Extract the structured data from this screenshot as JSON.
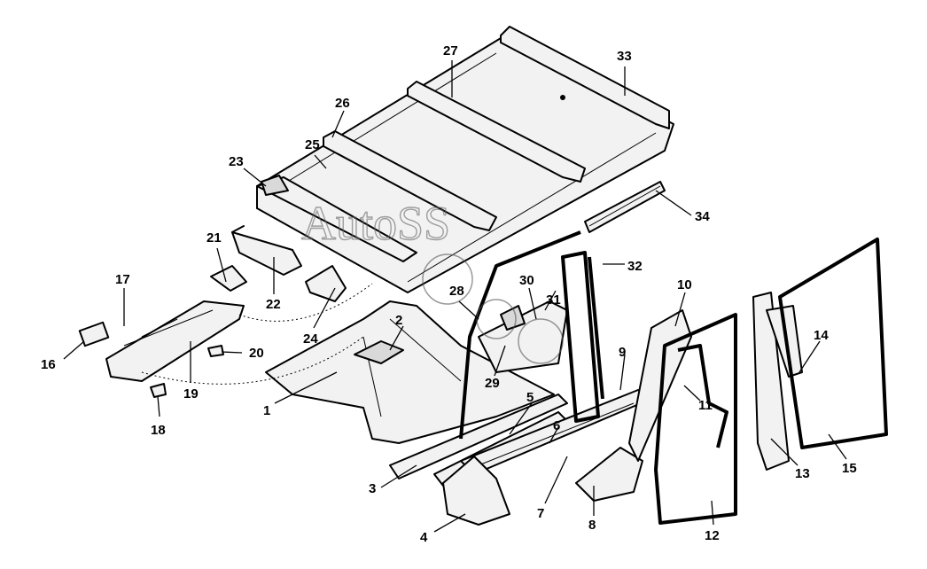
{
  "callouts": [
    {
      "number": "1"
    },
    {
      "number": "2"
    },
    {
      "number": "3"
    },
    {
      "number": "4"
    },
    {
      "number": "5"
    },
    {
      "number": "6"
    },
    {
      "number": "7"
    },
    {
      "number": "8"
    },
    {
      "number": "9"
    },
    {
      "number": "10"
    },
    {
      "number": "11"
    },
    {
      "number": "12"
    },
    {
      "number": "13"
    },
    {
      "number": "14"
    },
    {
      "number": "15"
    },
    {
      "number": "16"
    },
    {
      "number": "17"
    },
    {
      "number": "18"
    },
    {
      "number": "19"
    },
    {
      "number": "20"
    },
    {
      "number": "21"
    },
    {
      "number": "22"
    },
    {
      "number": "23"
    },
    {
      "number": "24"
    },
    {
      "number": "25"
    },
    {
      "number": "26"
    },
    {
      "number": "27"
    },
    {
      "number": "28"
    },
    {
      "number": "29"
    },
    {
      "number": "30"
    },
    {
      "number": "31"
    },
    {
      "number": "32"
    },
    {
      "number": "33"
    },
    {
      "number": "34"
    }
  ],
  "watermark": {
    "text": "AutoSS"
  }
}
